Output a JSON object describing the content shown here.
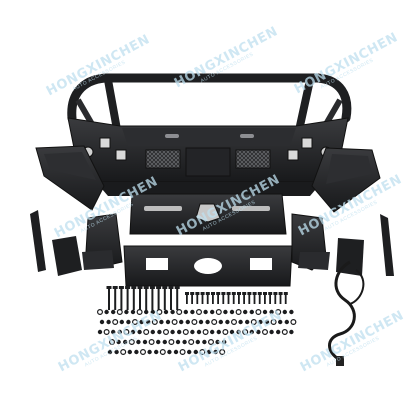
{
  "watermark": {
    "brand": "HONGXINCHEN",
    "sub": "AUTO ACCESSORIES"
  },
  "colors": {
    "background": "#ffffff",
    "steel": "#1e1f21",
    "steel_highlight": "#3a3b3e",
    "mesh": "#5a5b5e",
    "light_lens": "#d9d9d9",
    "watermark": "#bfe0ef"
  },
  "icons": {
    "bumper": "front-bumper-photo",
    "hardware": "bolt-hardware-set"
  }
}
